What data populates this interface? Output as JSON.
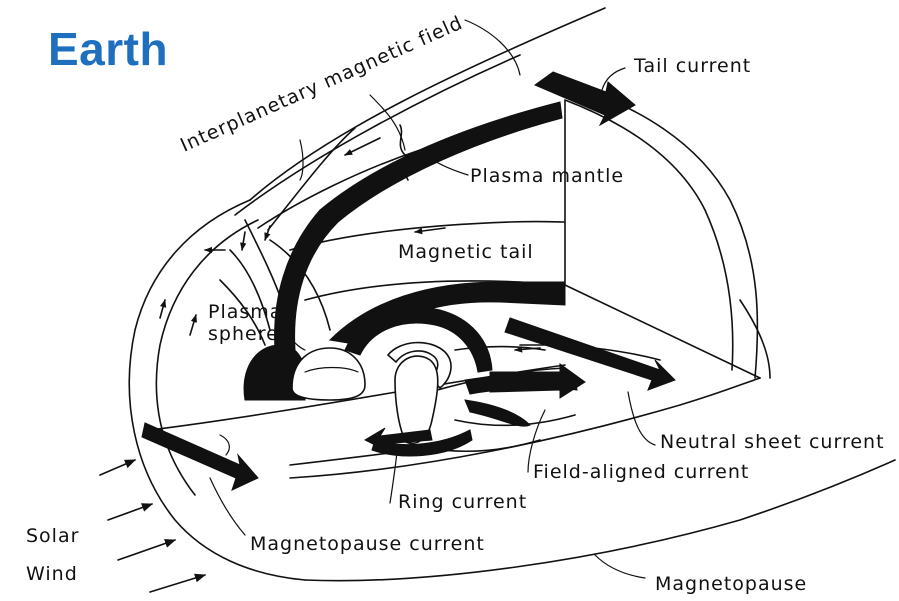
{
  "title": "Earth",
  "labels": {
    "interplanetary_field": "Interplanetary magnetic field",
    "tail_current": "Tail current",
    "plasma_mantle": "Plasma mantle",
    "magnetic_tail": "Magnetic tail",
    "plasma_sphere_1": "Plasma",
    "plasma_sphere_2": "sphere",
    "neutral_sheet_current": "Neutral sheet current",
    "field_aligned_current": "Field-aligned current",
    "ring_current": "Ring current",
    "magnetopause_current": "Magnetopause current",
    "solar": "Solar",
    "wind": "Wind",
    "magnetopause": "Magnetopause"
  }
}
